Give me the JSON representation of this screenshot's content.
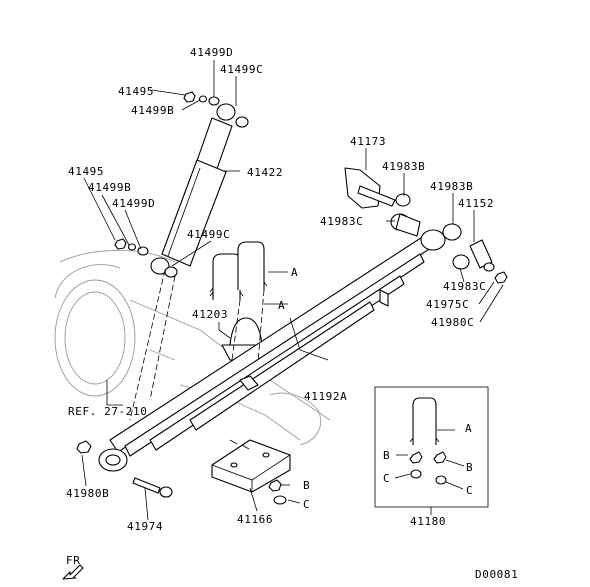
{
  "diagram_code": "D00081",
  "front_marker": "FR",
  "labels": {
    "p41499D_top": "41499D",
    "p41499C_top": "41499C",
    "p41495_top": "41495",
    "p41499B_top": "41499B",
    "p41422": "41422",
    "p41495_low": "41495",
    "p41499B_low": "41499B",
    "p41499D_low": "41499D",
    "p41499C_low": "41499C",
    "A_ubolt": "A",
    "A_ubolt2": "A",
    "p41203": "41203",
    "p41173": "41173",
    "p41983B_1": "41983B",
    "p41983B_2": "41983B",
    "p41983C_1": "41983C",
    "p41983C_2": "41983C",
    "p41152": "41152",
    "p41975C": "41975C",
    "p41980C": "41980C",
    "p41192A": "41192A",
    "ref": "REF. 27-210",
    "p41980B": "41980B",
    "p41974": "41974",
    "p41166": "41166",
    "B_main": "B",
    "C_main": "C",
    "p41180": "41180",
    "inset_A": "A",
    "inset_B_left": "B",
    "inset_B_right": "B",
    "inset_C_left": "C",
    "inset_C_right": "C"
  }
}
